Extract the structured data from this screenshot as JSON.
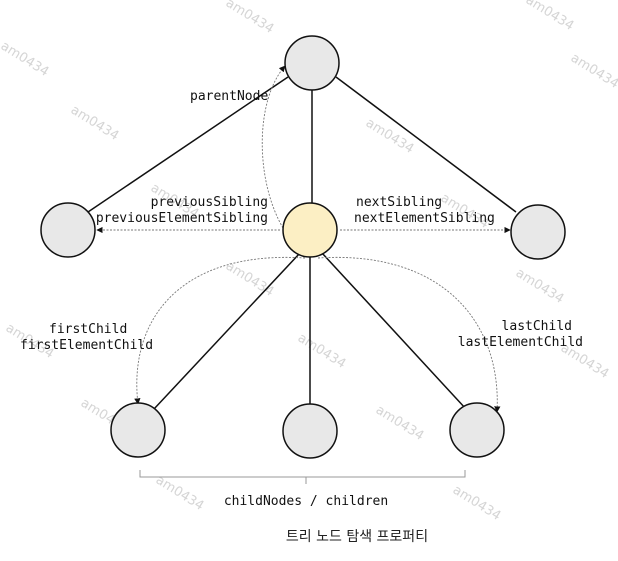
{
  "colors": {
    "node_fill": "#e8e8e8",
    "current_node_fill": "#fcefc4",
    "stroke": "#111111",
    "relation_line": "#777777"
  },
  "labels": {
    "parent": "parentNode",
    "previous_sibling": "previousSibling",
    "previous_element_sibling": "previousElementSibling",
    "next_sibling": "nextSibling",
    "next_element_sibling": "nextElementSibling",
    "first_child": "firstChild",
    "first_element_child": "firstElementChild",
    "last_child": "lastChild",
    "last_element_child": "lastElementChild",
    "children": "childNodes / children"
  },
  "caption": "트리 노드 탐색 프로퍼티",
  "watermark": "am0434"
}
